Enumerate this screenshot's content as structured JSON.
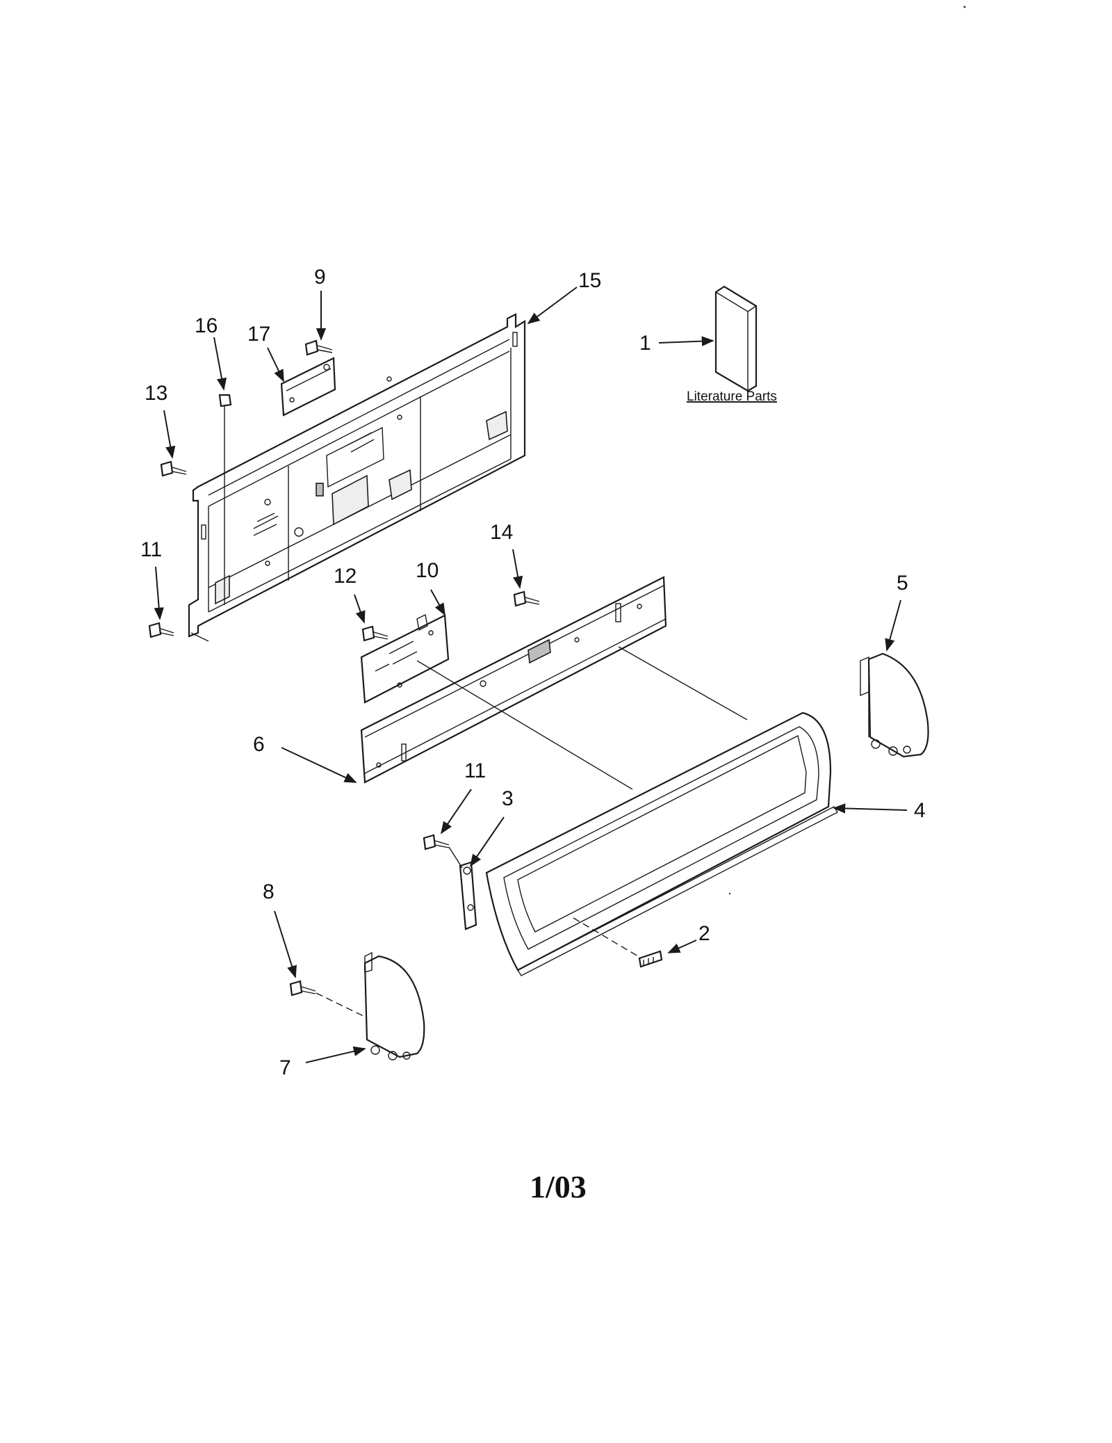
{
  "diagram": {
    "callouts": [
      "1",
      "2",
      "3",
      "4",
      "5",
      "6",
      "7",
      "8",
      "9",
      "10",
      "11",
      "12",
      "13",
      "14",
      "15",
      "16",
      "17"
    ],
    "literature_label": "Literature Parts",
    "footer_code": "1/03"
  },
  "colors": {
    "line": "#1a1a1a",
    "background": "#ffffff"
  }
}
